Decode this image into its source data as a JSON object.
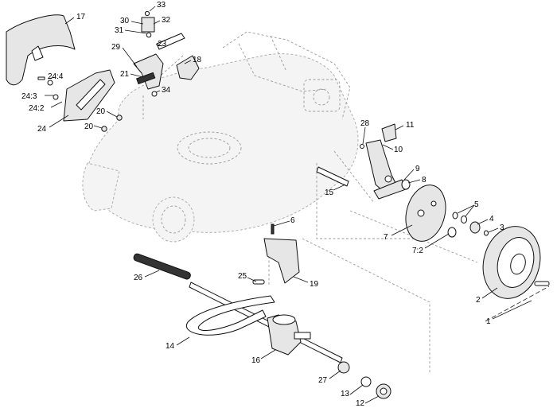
{
  "callouts": [
    {
      "label": "17"
    },
    {
      "label": "33"
    },
    {
      "label": "30"
    },
    {
      "label": "32"
    },
    {
      "label": "31"
    },
    {
      "label": "23"
    },
    {
      "label": "29"
    },
    {
      "label": "18"
    },
    {
      "label": "21"
    },
    {
      "label": "34"
    },
    {
      "label": "24:4"
    },
    {
      "label": "24:3"
    },
    {
      "label": "24:2"
    },
    {
      "label": "20"
    },
    {
      "label": "20"
    },
    {
      "label": "24"
    },
    {
      "label": "28"
    },
    {
      "label": "11"
    },
    {
      "label": "10"
    },
    {
      "label": "9"
    },
    {
      "label": "8"
    },
    {
      "label": "15"
    },
    {
      "label": "6"
    },
    {
      "label": "5"
    },
    {
      "label": "4"
    },
    {
      "label": "3"
    },
    {
      "label": "7"
    },
    {
      "label": "7:2"
    },
    {
      "label": "26"
    },
    {
      "label": "25"
    },
    {
      "label": "19"
    },
    {
      "label": "2"
    },
    {
      "label": "1"
    },
    {
      "label": "14"
    },
    {
      "label": "16"
    },
    {
      "label": "27"
    },
    {
      "label": "13"
    },
    {
      "label": "12"
    }
  ]
}
